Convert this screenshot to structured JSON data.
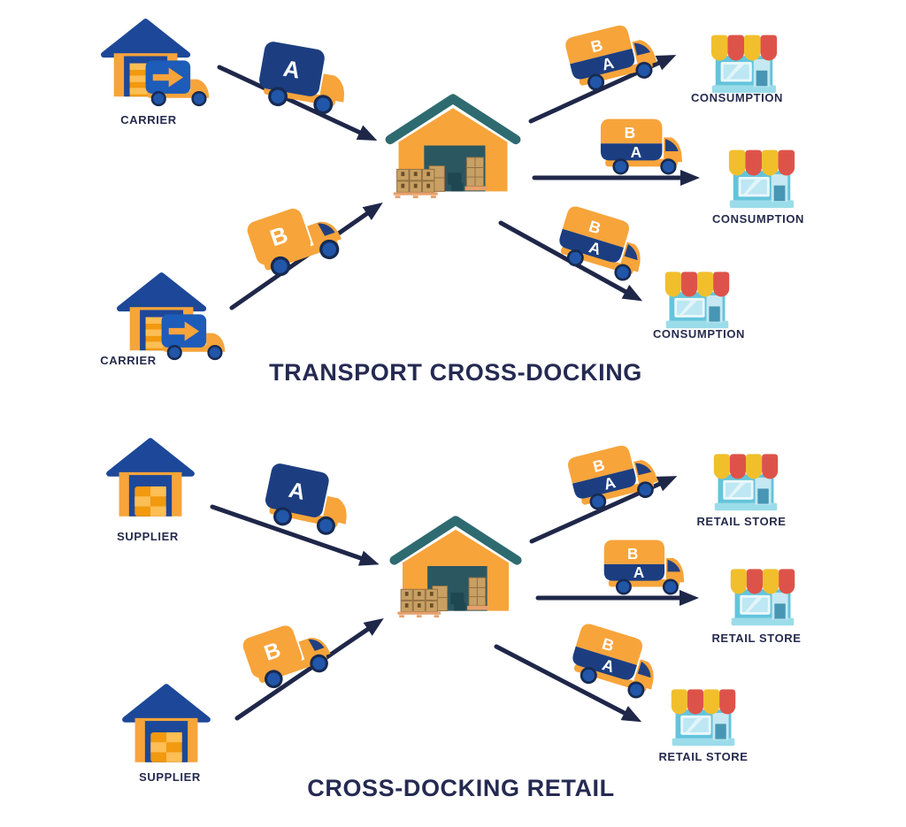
{
  "colors": {
    "orange": "#F7A43B",
    "royal_blue": "#1D4899",
    "navy_text": "#262B4E",
    "arrow_navy": "#1F2749",
    "truck_box_navy": "#1C3E80",
    "wheel_blue": "#2156A8",
    "dock_roof_teal": "#2E6B71",
    "dock_interior_teal": "#2B5761",
    "box_tan": "#C9A063",
    "store_body_blue": "#63C4DB",
    "awning_red": "#DE5349",
    "awning_yellow": "#F1BF2C"
  },
  "truck_labels": {
    "a": "A",
    "b": "B",
    "mixed_top": "B",
    "mixed_bottom": "A"
  },
  "top_diagram": {
    "title": "TRANSPORT CROSS-DOCKING",
    "sources": [
      {
        "label": "CARRIER"
      },
      {
        "label": "CARRIER"
      }
    ],
    "destinations": [
      {
        "label": "CONSUMPTION"
      },
      {
        "label": "CONSUMPTION"
      },
      {
        "label": "CONSUMPTION"
      }
    ]
  },
  "bottom_diagram": {
    "title": "CROSS-DOCKING RETAIL",
    "sources": [
      {
        "label": "SUPPLIER"
      },
      {
        "label": "SUPPLIER"
      }
    ],
    "destinations": [
      {
        "label": "RETAIL STORE"
      },
      {
        "label": "RETAIL STORE"
      },
      {
        "label": "RETAIL STORE"
      }
    ]
  }
}
